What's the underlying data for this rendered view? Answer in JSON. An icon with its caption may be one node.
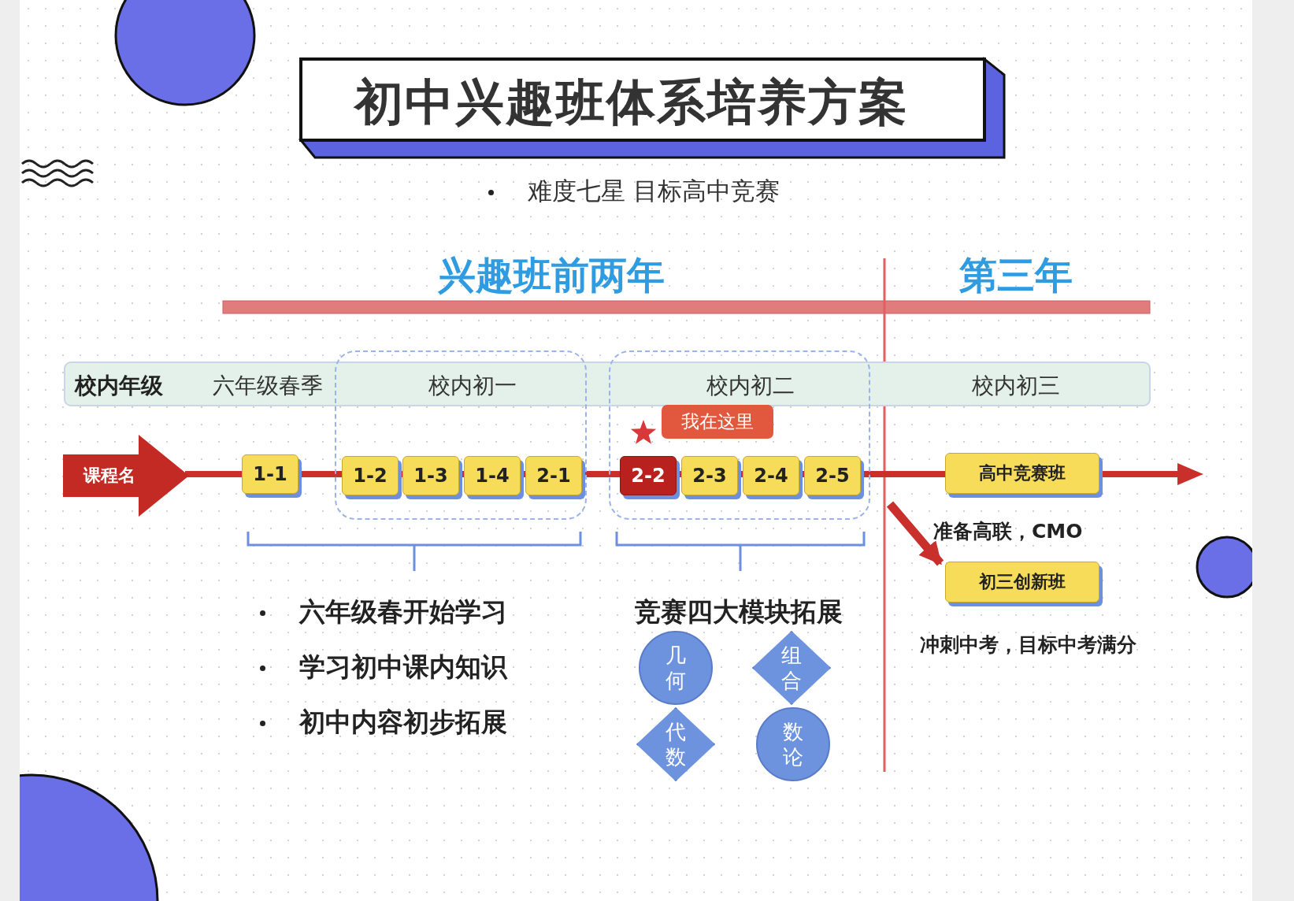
{
  "diagram": {
    "title": "初中兴趣班体系培养方案",
    "nodes": [
      {
        "text": [
          "课程名"
        ]
      },
      {
        "text": [
          "1-1"
        ]
      },
      {
        "text": [],
        "shape": "box"
      },
      {
        "text": [
          "1-2"
        ],
        "in": 2
      },
      {
        "text": [
          "1-3"
        ],
        "in": 2
      },
      {
        "text": [
          "1-4"
        ],
        "in": 2
      },
      {
        "text": [
          "2-1"
        ],
        "in": 2
      },
      {
        "text": [],
        "shape": "box"
      },
      {
        "text": [
          "我在这里"
        ],
        "in": 7
      },
      {
        "text": [
          "2-2"
        ],
        "in": 7
      },
      {
        "text": [
          "2-3"
        ],
        "in": 7
      },
      {
        "text": [
          "2-4"
        ],
        "in": 7
      },
      {
        "text": [
          "2-5"
        ],
        "in": 7
      },
      {
        "text": [
          "高中竞赛班"
        ]
      },
      {
        "text": [
          "初三创新班"
        ]
      },
      {
        "text": [
          "几何"
        ]
      },
      {
        "text": [
          "组合"
        ]
      },
      {
        "text": [
          "代数"
        ]
      },
      {
        "text": [
          "数论"
        ]
      }
    ],
    "edges": [
      {
        "from": null,
        "to": 14,
        "arrow": "to"
      }
    ],
    "labels": [
      "难度七星 目标高中竞赛",
      "兴趣班前两年",
      "第三年",
      "校内年级",
      "六年级春季",
      "校内初一",
      "校内初二",
      "校内初三",
      "六年级春开始学习",
      "学习初中课内知识",
      "初中内容初步拓展",
      "竞赛四大模块拓展",
      "准备高联，CMO",
      "冲刺中考，目标中考满分"
    ]
  }
}
